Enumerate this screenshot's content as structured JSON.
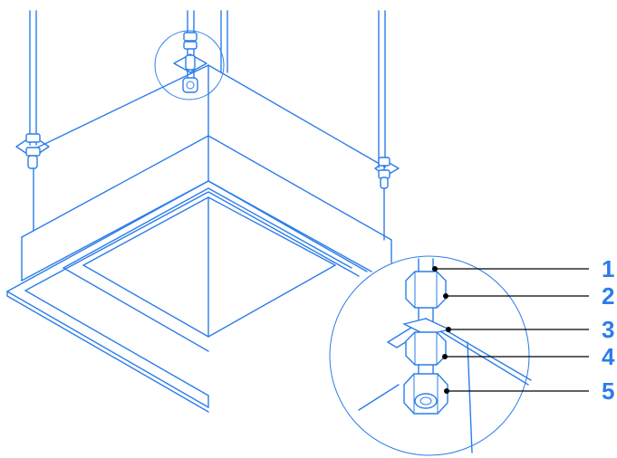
{
  "diagram": {
    "accent_color": "#2b7de9",
    "leader_color": "#000000",
    "callouts": [
      {
        "label": "1"
      },
      {
        "label": "2"
      },
      {
        "label": "3"
      },
      {
        "label": "4"
      },
      {
        "label": "5"
      }
    ]
  }
}
